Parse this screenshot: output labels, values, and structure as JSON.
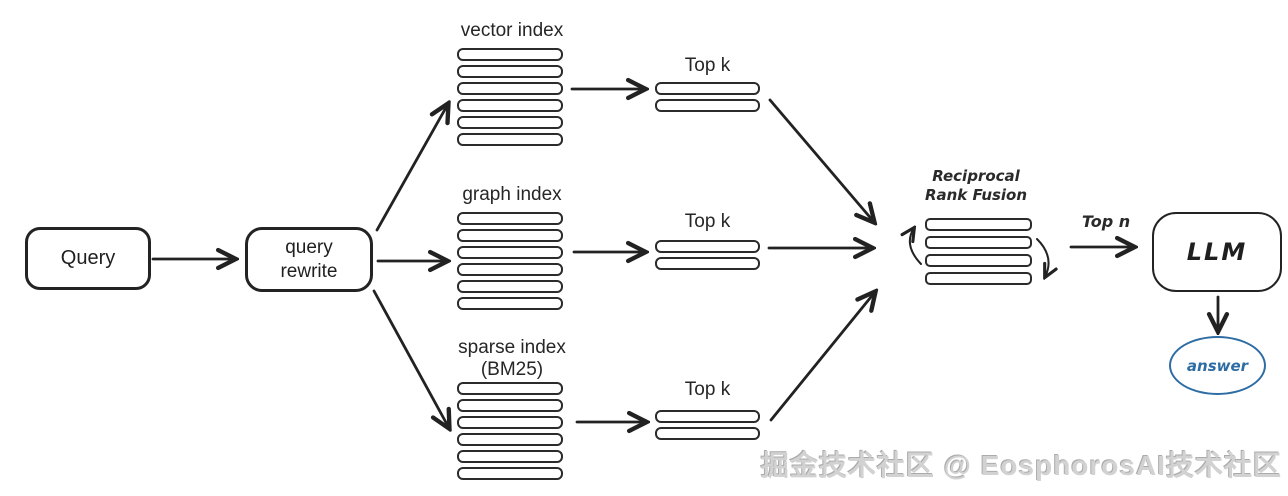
{
  "nodes": {
    "query": {
      "label": "Query"
    },
    "query_rewrite": {
      "label": "query rewrite"
    },
    "llm": {
      "label": "LLM"
    },
    "answer": {
      "label": "answer"
    }
  },
  "stacks": {
    "vector": {
      "label": "vector index",
      "bars": 6
    },
    "graph": {
      "label": "graph index",
      "bars": 6
    },
    "sparse": {
      "label": "sparse index",
      "sublabel": "(BM25)",
      "bars": 6
    },
    "topk_vector": {
      "label": "Top k",
      "bars": 2
    },
    "topk_graph": {
      "label": "Top k",
      "bars": 2
    },
    "topk_sparse": {
      "label": "Top k",
      "bars": 2
    },
    "fusion": {
      "label_line1": "Reciprocal",
      "label_line2": "Rank Fusion",
      "bars": 4
    }
  },
  "edges": {
    "top_n_label": "Top n",
    "flow": [
      "Query -> query rewrite",
      "query rewrite -> vector index",
      "query rewrite -> graph index",
      "query rewrite -> sparse index (BM25)",
      "vector index -> Top k",
      "graph index -> Top k",
      "sparse index -> Top k",
      "Top k (x3) -> Reciprocal Rank Fusion",
      "Reciprocal Rank Fusion -> LLM (Top n)",
      "LLM -> answer"
    ]
  },
  "watermark": {
    "text": "掘金技术社区 @ EosphorosAI技术社区"
  },
  "colors": {
    "ink": "#222222",
    "answer_blue": "#2e6da4",
    "watermark_gray": "#d2d2d2"
  }
}
